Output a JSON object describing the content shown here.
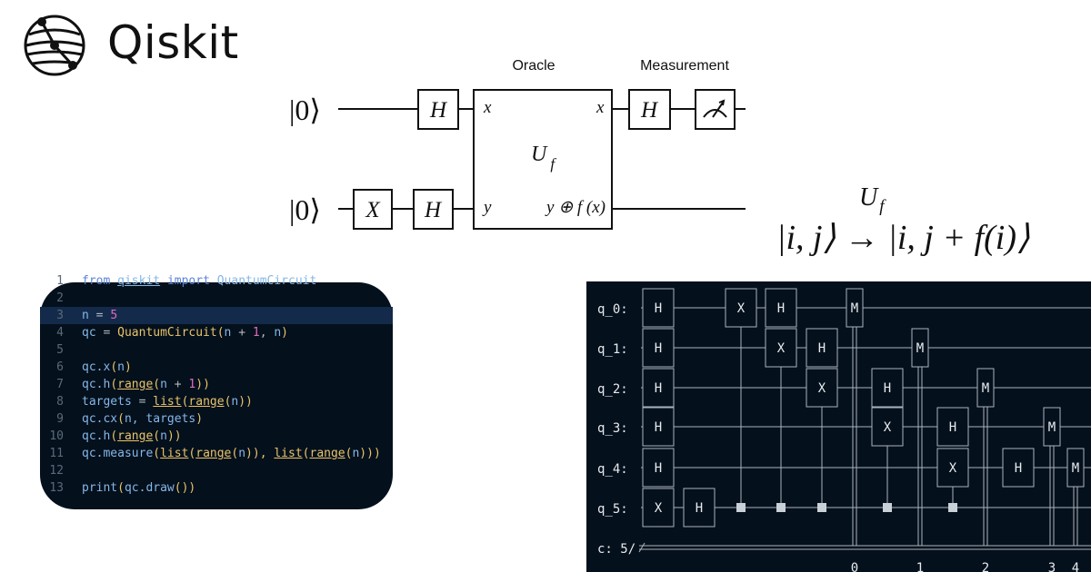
{
  "brand": {
    "name": "Qiskit"
  },
  "circuit": {
    "oracle_label": "Oracle",
    "measurement_label": "Measurement",
    "ket_top": "|0⟩",
    "ket_bottom": "|0⟩",
    "gate_h": "H",
    "gate_x": "X",
    "in_x": "x",
    "out_x": "x",
    "in_y": "y",
    "out_y": "y ⊕ f (x)",
    "uf": "U",
    "uf_sub": "f"
  },
  "formula": {
    "arrow_label": "U",
    "arrow_label_sub": "f",
    "expression": "|i, j⟩ → |i, j + f(i)⟩"
  },
  "code": {
    "lines": [
      {
        "n": "1",
        "html": "<span class=\"kw\">from</span> <span class=\"var und\">qiskit</span> <span class=\"kw\">import</span> <span class=\"var\">QuantumCircuit</span>"
      },
      {
        "n": "2",
        "html": ""
      },
      {
        "n": "3",
        "html": "<span class=\"var\">n</span> <span class=\"op\">=</span> <span class=\"num\">5</span>",
        "highlight": true
      },
      {
        "n": "4",
        "html": "<span class=\"var\">qc</span> <span class=\"op\">=</span> <span class=\"fn\">QuantumCircuit(</span><span class=\"var\">n</span> <span class=\"op\">+</span> <span class=\"num\">1</span><span class=\"op\">,</span> <span class=\"var\">n</span><span class=\"fn\">)</span>"
      },
      {
        "n": "5",
        "html": ""
      },
      {
        "n": "6",
        "html": "<span class=\"var\">qc.x</span><span class=\"fn\">(</span><span class=\"var\">n</span><span class=\"fn\">)</span>"
      },
      {
        "n": "7",
        "html": "<span class=\"var\">qc.h</span><span class=\"fn\">(<span class=\"und\">range</span>(</span><span class=\"var\">n</span> <span class=\"op\">+</span> <span class=\"num\">1</span><span class=\"fn\">))</span>"
      },
      {
        "n": "8",
        "html": "<span class=\"var\">targets</span> <span class=\"op\">=</span> <span class=\"fn\"><span class=\"und\">list</span>(<span class=\"und\">range</span>(</span><span class=\"var\">n</span><span class=\"fn\">))</span>"
      },
      {
        "n": "9",
        "html": "<span class=\"var\">qc.cx</span><span class=\"fn\">(</span><span class=\"var\">n, targets</span><span class=\"fn\">)</span>"
      },
      {
        "n": "10",
        "html": "<span class=\"var\">qc.h</span><span class=\"fn\">(<span class=\"und\">range</span>(</span><span class=\"var\">n</span><span class=\"fn\">))</span>"
      },
      {
        "n": "11",
        "html": "<span class=\"var\">qc.measure</span><span class=\"fn\">(<span class=\"und\">list</span>(<span class=\"und\">range</span>(</span><span class=\"var\">n</span><span class=\"fn\">)),</span> <span class=\"fn\"><span class=\"und\">list</span>(<span class=\"und\">range</span>(</span><span class=\"var\">n</span><span class=\"fn\">)))</span>"
      },
      {
        "n": "12",
        "html": ""
      },
      {
        "n": "13",
        "html": "<span class=\"var\">print</span><span class=\"fn\">(</span><span class=\"var\">qc.draw</span><span class=\"fn\">())</span>"
      }
    ]
  },
  "drawing": {
    "qubits": [
      "q_0:",
      "q_1:",
      "q_2:",
      "q_3:",
      "q_4:",
      "q_5:"
    ],
    "classical": "c: 5/",
    "gate_h": "H",
    "gate_x": "X",
    "gate_m": "M",
    "bit_labels": [
      "0",
      "1",
      "2",
      "3",
      "4"
    ]
  }
}
